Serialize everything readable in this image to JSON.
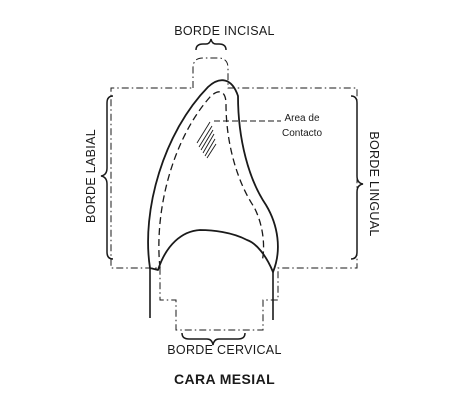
{
  "labels": {
    "incisal": "BORDE INCISAL",
    "labial": "BORDE LABIAL",
    "lingual": "BORDE LINGUAL",
    "cervical": "BORDE CERVICAL",
    "contact_line1": "Area de",
    "contact_line2": "Contacto",
    "title": "CARA MESIAL"
  },
  "colors": {
    "ink": "#1a1a1a",
    "background": "#ffffff"
  }
}
